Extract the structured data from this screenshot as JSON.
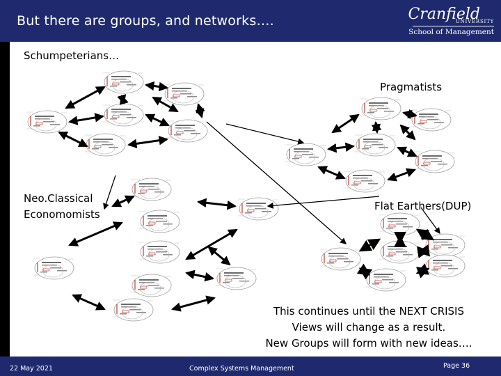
{
  "slide": {
    "title": "But there are groups, and networks….",
    "logo": {
      "name": "Cranfield",
      "sub": "UNIVERSITY",
      "school": "School of Management"
    },
    "groups": {
      "schumpeterians": "Schumpeterians…",
      "pragmatists": "Pragmatists",
      "neoclassical_line1": "Neo.Classical",
      "neoclassical_line2": "Economomists",
      "flat_earthers": "Flat Earthers(DUP)"
    },
    "note_lines": [
      "This continues until the NEXT CRISIS",
      "Views will change as a result.",
      "New Groups will form with new ideas…."
    ],
    "colors": {
      "header": "#1f2a6e",
      "bubble_stroke": "#9a9a9a",
      "mark_red": "#c0392b"
    }
  },
  "footer": {
    "date": "22 May 2021",
    "course": "Complex Systems Management",
    "page": "Page 36"
  }
}
